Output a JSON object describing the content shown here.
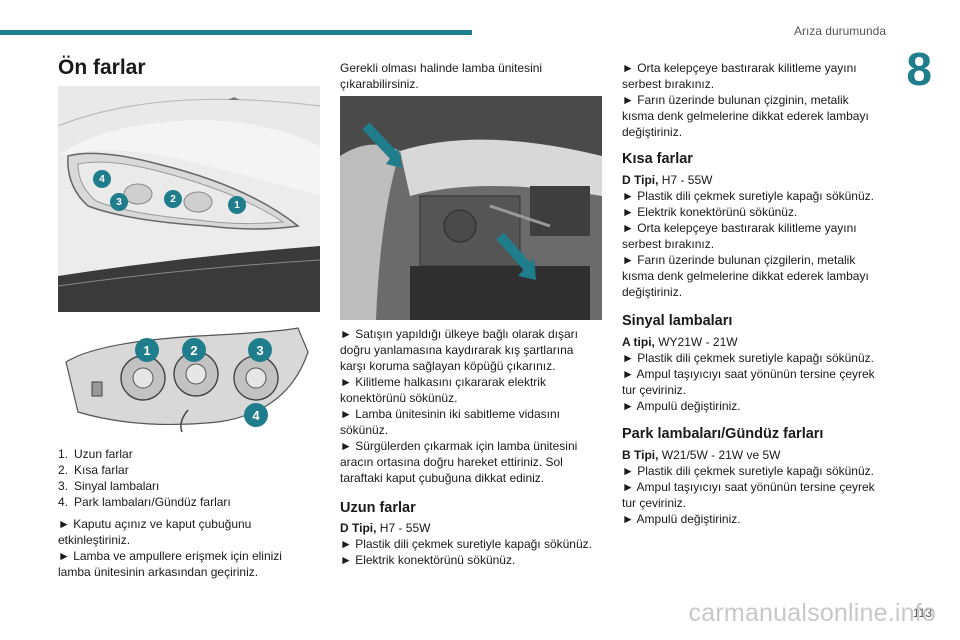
{
  "header": {
    "section_label": "Arıza durumunda",
    "chapter_number": "8"
  },
  "title": "Ön farlar",
  "figure1": {
    "callouts": [
      "4",
      "3",
      "2",
      "1"
    ]
  },
  "figure2": {
    "callouts": [
      "1",
      "2",
      "3",
      "4"
    ]
  },
  "legend": [
    {
      "num": "1.",
      "text": "Uzun farlar"
    },
    {
      "num": "2.",
      "text": "Kısa farlar"
    },
    {
      "num": "3.",
      "text": "Sinyal lambaları"
    },
    {
      "num": "4.",
      "text": "Park lambaları/Gündüz farları"
    }
  ],
  "col1_para": [
    "► Kaputu açınız ve kaput çubuğunu",
    "etkinleştiriniz.",
    "► Lamba ve ampullere erişmek için elinizi",
    "lamba ünitesinin arkasından geçiriniz."
  ],
  "col2_intro": [
    "Gerekli olması halinde lamba ünitesini",
    "çıkarabilirsiniz."
  ],
  "col2_steps": [
    "► Satışın yapıldığı ülkeye bağlı olarak dışarı",
    "doğru yanlamasına kaydırarak kış şartlarına",
    "karşı koruma sağlayan köpüğü çıkarınız.",
    "► Kilitleme halkasını çıkararak elektrik",
    "konektörünü sökünüz.",
    "► Lamba ünitesinin iki sabitleme vidasını",
    "sökünüz.",
    "► Sürgülerden çıkarmak için lamba ünitesini",
    "aracın ortasına doğru hareket ettiriniz. Sol",
    "taraftaki kaput çubuğuna dikkat ediniz."
  ],
  "uzun": {
    "heading": "Uzun farlar",
    "type_label": "D Tipi,",
    "type_value": " H7 - 55W",
    "steps": [
      "► Plastik dili çekmek suretiyle kapağı sökünüz.",
      "► Elektrik konektörünü sökünüz."
    ]
  },
  "col3_top": [
    "► Orta kelepçeye bastırarak kilitleme yayını",
    "serbest bırakınız.",
    "► Farın üzerinde bulunan çizginin, metalik",
    "kısma denk gelmelerine dikkat ederek lambayı",
    "değiştiriniz."
  ],
  "kisa": {
    "heading": "Kısa farlar",
    "type_label": "D Tipi,",
    "type_value": " H7 - 55W",
    "steps": [
      "► Plastik dili çekmek suretiyle kapağı sökünüz.",
      "► Elektrik konektörünü sökünüz.",
      "► Orta kelepçeye bastırarak kilitleme yayını",
      "serbest bırakınız.",
      "► Farın üzerinde bulunan çizgilerin, metalik",
      "kısma denk gelmelerine dikkat ederek lambayı",
      "değiştiriniz."
    ]
  },
  "sinyal": {
    "heading": "Sinyal lambaları",
    "type_label": "A tipi,",
    "type_value": " WY21W - 21W",
    "steps": [
      "► Plastik dili çekmek suretiyle kapağı sökünüz.",
      "► Ampul taşıyıcıyı saat yönünün tersine çeyrek",
      "tur çeviriniz.",
      "► Ampulü değiştiriniz."
    ]
  },
  "park": {
    "heading": "Park lambaları/Gündüz farları",
    "type_label": "B Tipi,",
    "type_value": " W21/5W - 21W ve 5W",
    "steps": [
      "► Plastik dili çekmek suretiyle kapağı sökünüz.",
      "► Ampul taşıyıcıyı saat yönünün tersine çeyrek",
      "tur çeviriniz.",
      "► Ampulü değiştiriniz."
    ]
  },
  "footer": {
    "page_number": "113",
    "watermark": "carmanualsonline.info"
  },
  "colors": {
    "accent": "#1f7d8c",
    "callout": "#1f7d8c"
  }
}
